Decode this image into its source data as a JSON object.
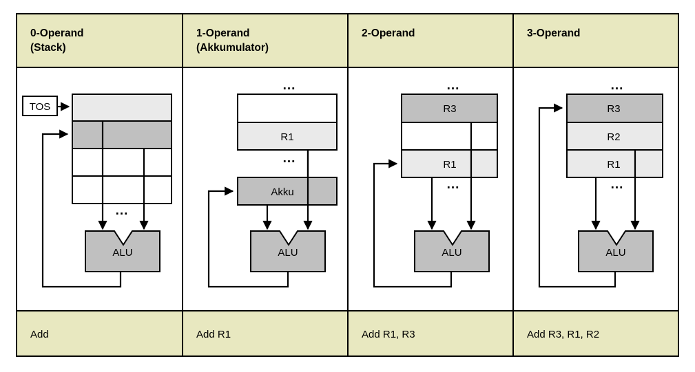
{
  "diagram": {
    "title_semantic": "operand-addressing-modes-comparison",
    "colors": {
      "header_fill": "#E8E8C0",
      "footer_fill": "#E8E8C0",
      "body_fill": "#FFFFFF",
      "light_gray": "#EAEAEA",
      "mid_gray": "#C0C0C0",
      "stroke": "#000000",
      "alu_fill": "#C0C0C0"
    },
    "ellipsis": "...",
    "columns": [
      {
        "id": "col-0-operand",
        "header_line1": "0-Operand",
        "header_line2": "(Stack)",
        "pointer_label": "TOS",
        "cells": [
          {
            "label": "",
            "shade": "light"
          },
          {
            "label": "",
            "shade": "mid"
          },
          {
            "label": "",
            "shade": "white"
          },
          {
            "label": "",
            "shade": "white"
          }
        ],
        "alu_label": "ALU",
        "instruction": "Add"
      },
      {
        "id": "col-1-operand",
        "header_line1": "1-Operand",
        "header_line2": "(Akkumulator)",
        "pointer_label": "",
        "cells": [
          {
            "label": "",
            "shade": "white"
          },
          {
            "label": "R1",
            "shade": "light"
          }
        ],
        "accumulator_label": "Akku",
        "alu_label": "ALU",
        "instruction": "Add   R1"
      },
      {
        "id": "col-2-operand",
        "header_line1": "2-Operand",
        "header_line2": "",
        "pointer_label": "",
        "cells": [
          {
            "label": "R3",
            "shade": "mid"
          },
          {
            "label": "",
            "shade": "white"
          },
          {
            "label": "R1",
            "shade": "light"
          }
        ],
        "alu_label": "ALU",
        "instruction": "Add   R1, R3"
      },
      {
        "id": "col-3-operand",
        "header_line1": "3-Operand",
        "header_line2": "",
        "pointer_label": "",
        "cells": [
          {
            "label": "R3",
            "shade": "mid"
          },
          {
            "label": "R2",
            "shade": "light"
          },
          {
            "label": "R1",
            "shade": "light"
          }
        ],
        "alu_label": "ALU",
        "instruction": "Add   R3, R1, R2"
      }
    ]
  }
}
